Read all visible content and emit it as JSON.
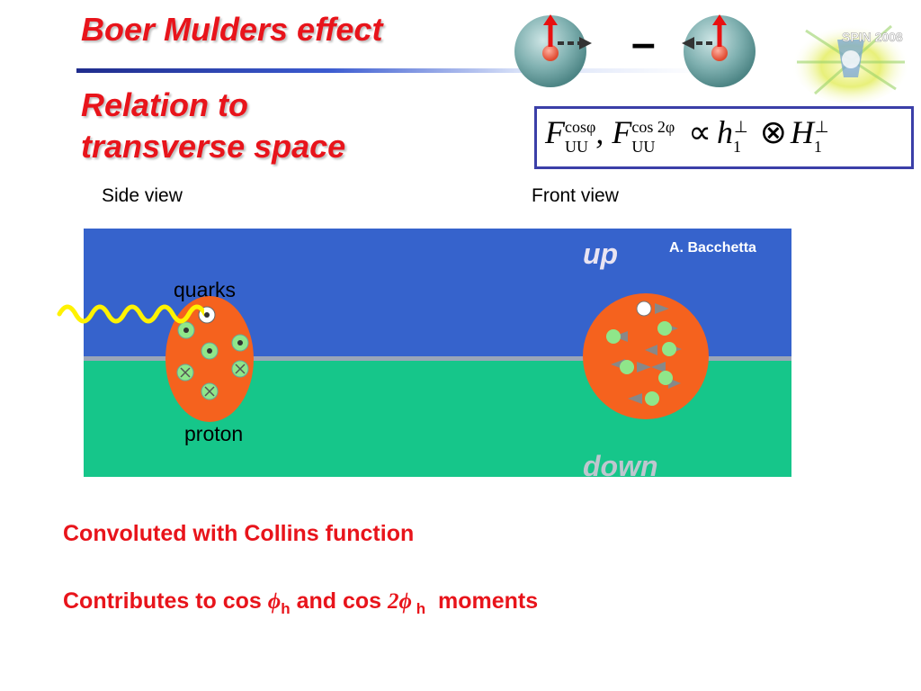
{
  "slide": {
    "title": "Boer Mulders effect",
    "subtitle_line1": "Relation to",
    "subtitle_line2": "transverse space",
    "minus_sign": "–",
    "badge_text": "SPIN 2008"
  },
  "formula": {
    "F": "F",
    "sub1": "UU",
    "sup1": "cosφ",
    "comma": ",",
    "sub2": "UU",
    "sup2": "cos 2φ",
    "propto": "∝",
    "h": "h",
    "h_sub": "1",
    "h_sup": "⊥",
    "otimes": "⊗",
    "H": "H",
    "H_sub": "1",
    "H_sup": "⊥"
  },
  "views": {
    "side_label": "Side view",
    "front_label": "Front view"
  },
  "panel": {
    "up_label": "up",
    "down_label": "down",
    "credit": "A. Bacchetta",
    "quarks_label": "quarks",
    "proton_label": "proton",
    "colors": {
      "top": "#3663cc",
      "bottom": "#16c68a",
      "proton": "#f5621e",
      "quark": "#8fe68a"
    }
  },
  "bullets": {
    "line1": "Convoluted with Collins function",
    "line2_prefix": "Contributes to cos ",
    "line2_phi": "ϕ",
    "line2_h": "h",
    "line2_mid": " and cos ",
    "line2_2phi": "2ϕ",
    "line2_h2": " h",
    "line2_suffix": "  moments"
  }
}
